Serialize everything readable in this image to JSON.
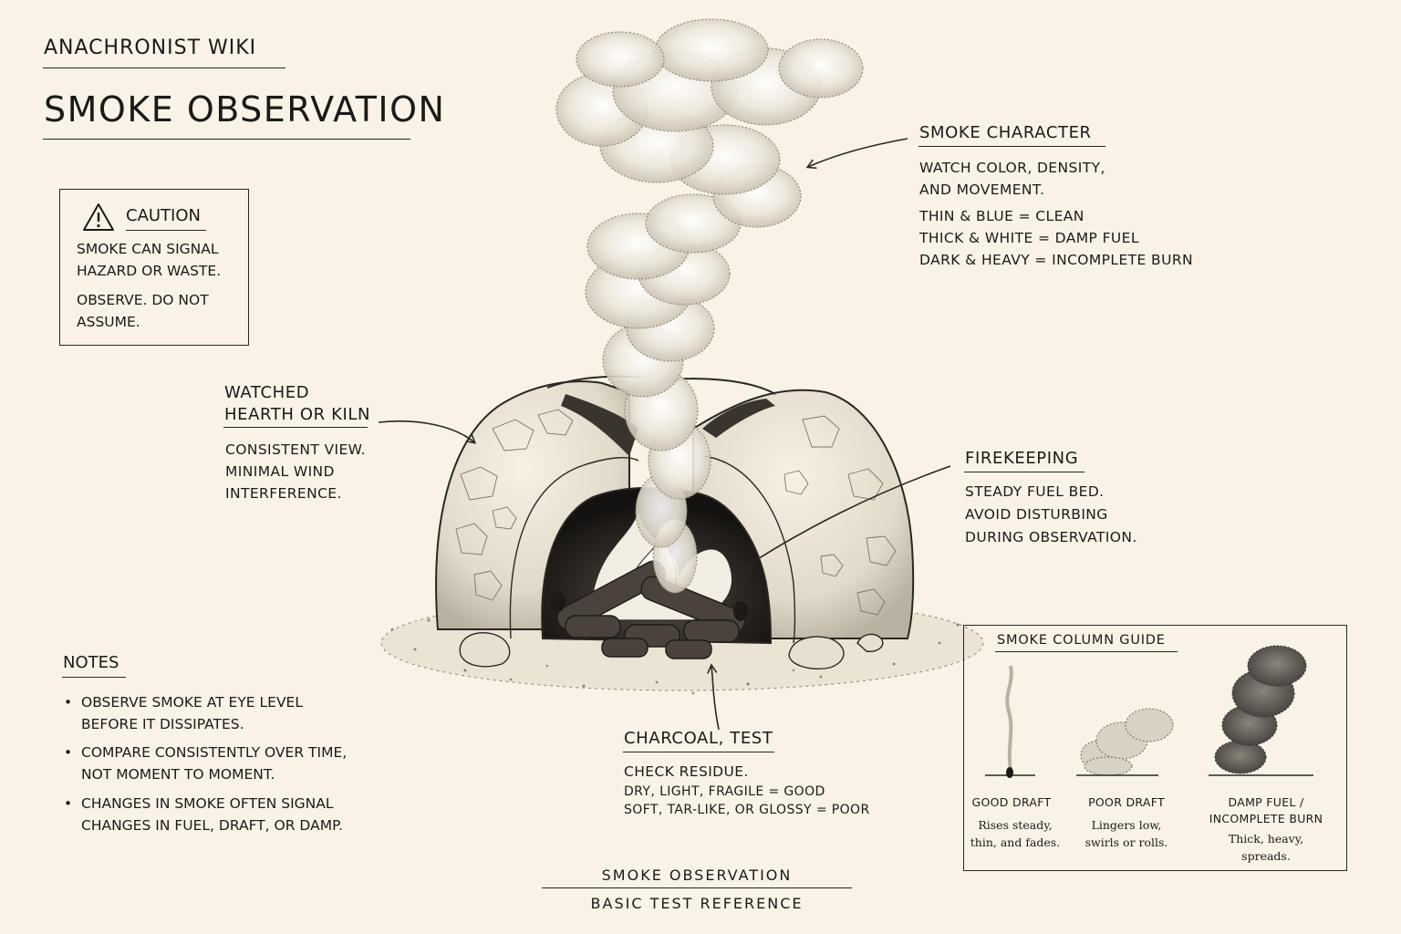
{
  "header": {
    "site_title": "ANACHRONIST WIKI",
    "page_title": "SMOKE OBSERVATION"
  },
  "caution": {
    "icon": "warning-triangle-icon",
    "heading": "CAUTION",
    "line1": "SMOKE CAN SIGNAL",
    "line2": "HAZARD OR WASTE.",
    "line3": "OBSERVE. DO NOT",
    "line4": "ASSUME."
  },
  "callouts": {
    "smoke_character": {
      "heading": "SMOKE CHARACTER",
      "line1": "WATCH COLOR, DENSITY,",
      "line2": "AND MOVEMENT.",
      "line3": "THIN & BLUE = CLEAN",
      "line4": "THICK & WHITE = DAMP FUEL",
      "line5": "DARK & HEAVY = INCOMPLETE BURN"
    },
    "hearth": {
      "heading1": "WATCHED",
      "heading2": "HEARTH OR KILN",
      "line1": "CONSISTENT VIEW.",
      "line2": "MINIMAL WIND",
      "line3": "INTERFERENCE."
    },
    "firekeeping": {
      "heading": "FIREKEEPING",
      "line1": "STEADY FUEL BED.",
      "line2": "AVOID DISTURBING",
      "line3": "DURING OBSERVATION."
    },
    "charcoal": {
      "heading": "CHARCOAL, TEST",
      "line1": "CHECK RESIDUE.",
      "line2": "DRY, LIGHT, FRAGILE = GOOD",
      "line3": "SOFT, TAR-LIKE, OR GLOSSY = POOR"
    }
  },
  "notes": {
    "heading": "NOTES",
    "items": [
      {
        "l1": "OBSERVE SMOKE AT EYE LEVEL",
        "l2": "BEFORE IT DISSIPATES."
      },
      {
        "l1": "COMPARE CONSISTENTLY OVER TIME,",
        "l2": "NOT MOMENT TO MOMENT."
      },
      {
        "l1": "CHANGES IN SMOKE OFTEN SIGNAL",
        "l2": "CHANGES IN FUEL, DRAFT, OR DAMP."
      }
    ]
  },
  "guide": {
    "title": "SMOKE COLUMN GUIDE",
    "items": [
      {
        "cap1": "GOOD DRAFT",
        "cap2": "",
        "desc1": "Rises steady,",
        "desc2": "thin, and fades."
      },
      {
        "cap1": "POOR DRAFT",
        "cap2": "",
        "desc1": "Lingers low,",
        "desc2": "swirls or rolls."
      },
      {
        "cap1": "DAMP FUEL /",
        "cap2": "INCOMPLETE BURN",
        "desc1": "Thick, heavy,",
        "desc2": "spreads."
      }
    ]
  },
  "footer": {
    "title": "SMOKE OBSERVATION",
    "subtitle": "BASIC TEST REFERENCE"
  },
  "colors": {
    "paper": "#f8f3e6",
    "ink": "#1c1a17"
  }
}
